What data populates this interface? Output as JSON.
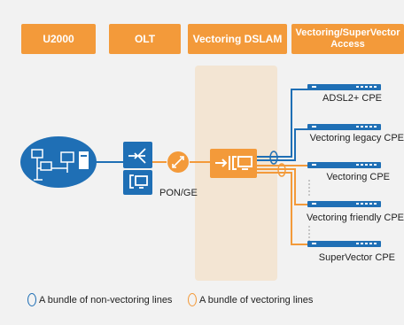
{
  "headers": {
    "u2000": "U2000",
    "olt": "OLT",
    "dslam": "Vectoring DSLAM",
    "access": "Vectoring/SuperVector Access"
  },
  "link_label": "PON/GE",
  "cpes": [
    "ADSL2+ CPE",
    "Vectoring legacy CPE",
    "Vectoring CPE",
    "Vectoring friendly CPE",
    "SuperVector CPE"
  ],
  "legend": {
    "non_vectoring": "A bundle of non-vectoring lines",
    "vectoring": "A bundle of vectoring lines"
  },
  "colors": {
    "header_bg": "#f39a3a",
    "orange": "#f39a3a",
    "blue": "#1f6fb5",
    "dslam_zone": "#f3e5d3",
    "background": "#f2f2f2"
  },
  "icons": {
    "u2000": "network-computers-icon",
    "olt": "olt-device-icon",
    "splitter": "optical-splitter-icon",
    "dslam": "dslam-device-icon",
    "cpe": "cpe-modem-icon"
  }
}
